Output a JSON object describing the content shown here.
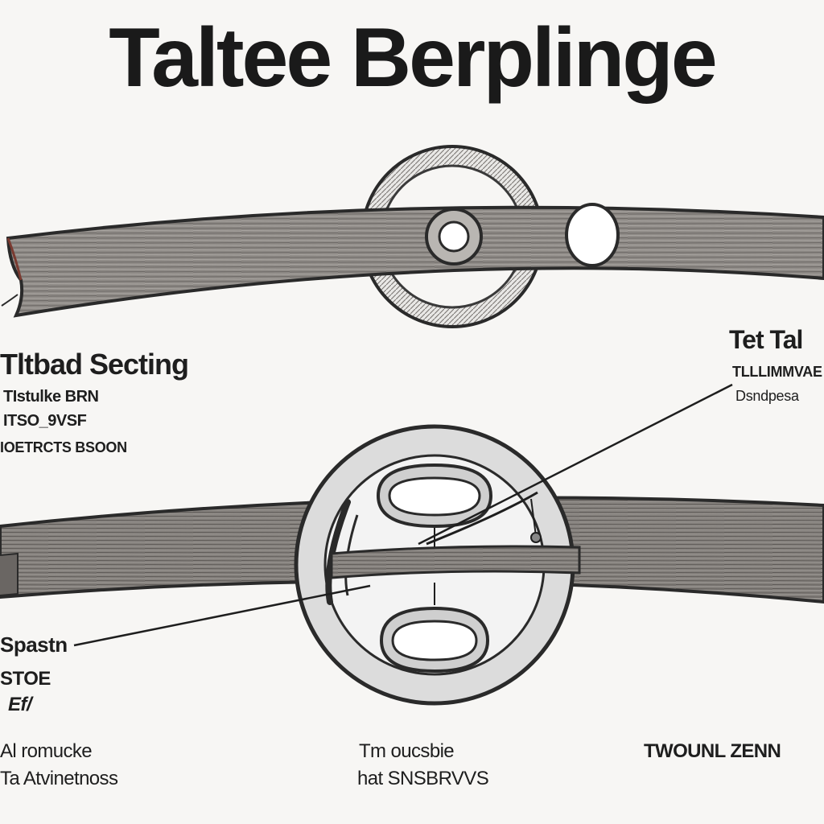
{
  "title": "Taltee Berplinge",
  "labels": {
    "left_top": {
      "heading": "Tltbad Secting",
      "line1": "TIstulke BRN",
      "line2": "ITSO_9VSF",
      "line3": "IOETRCTS BSOON"
    },
    "right_top": {
      "heading": "Tet Tal",
      "line1": "TLLLIMMVAE",
      "line2": "Dsndpesa"
    },
    "left_mid": {
      "heading": "Spastn",
      "line1": "STOE",
      "line2": "Ef/"
    },
    "bottom": {
      "left1": "Al romucke",
      "left2": "Ta Atvinetnoss",
      "center1": "Tm oucsbie",
      "center2": "hat SNSBRVVS",
      "right1": "TWOUNL ZENN"
    }
  },
  "colors": {
    "ink": "#1e1e1e",
    "plank_fill": "#8c8884",
    "wheel_fill": "#dcdcdc",
    "hole_fill": "#ffffff",
    "background": "#f7f6f4"
  }
}
